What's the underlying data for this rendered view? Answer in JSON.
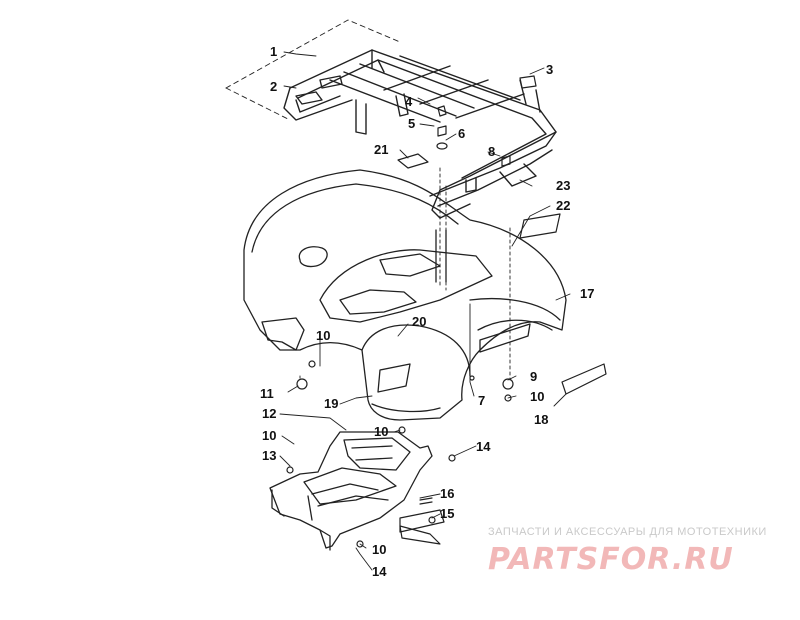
{
  "callouts": [
    {
      "id": "c1",
      "text": "1"
    },
    {
      "id": "c2",
      "text": "2"
    },
    {
      "id": "c3",
      "text": "3"
    },
    {
      "id": "c4",
      "text": "4"
    },
    {
      "id": "c5",
      "text": "5"
    },
    {
      "id": "c6",
      "text": "6"
    },
    {
      "id": "c7",
      "text": "7"
    },
    {
      "id": "c8",
      "text": "8"
    },
    {
      "id": "c9",
      "text": "9"
    },
    {
      "id": "c10a",
      "text": "10"
    },
    {
      "id": "c10b",
      "text": "10"
    },
    {
      "id": "c10c",
      "text": "10"
    },
    {
      "id": "c10d",
      "text": "10"
    },
    {
      "id": "c10e",
      "text": "10"
    },
    {
      "id": "c11",
      "text": "11"
    },
    {
      "id": "c12",
      "text": "12"
    },
    {
      "id": "c13",
      "text": "13"
    },
    {
      "id": "c14a",
      "text": "14"
    },
    {
      "id": "c14b",
      "text": "14"
    },
    {
      "id": "c15",
      "text": "15"
    },
    {
      "id": "c16",
      "text": "16"
    },
    {
      "id": "c17",
      "text": "17"
    },
    {
      "id": "c18",
      "text": "18"
    },
    {
      "id": "c19",
      "text": "19"
    },
    {
      "id": "c20",
      "text": "20"
    },
    {
      "id": "c21",
      "text": "21"
    },
    {
      "id": "c22",
      "text": "22"
    },
    {
      "id": "c23",
      "text": "23"
    }
  ],
  "watermark": {
    "tagline": "ЗАПЧАСТИ И АКСЕССУАРЫ ДЛЯ МОТОТЕХНИКИ",
    "logo": "PARTSFOR.RU",
    "color": "#f2b8b8"
  }
}
